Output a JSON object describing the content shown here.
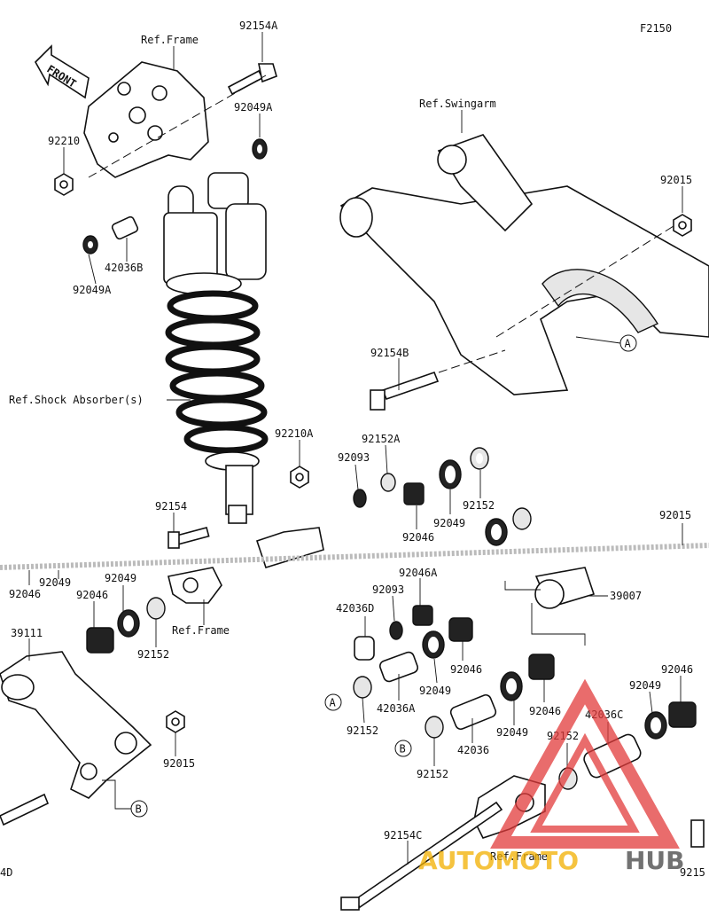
{
  "figure_code": "F2150",
  "front_marker": "FRONT",
  "labels": {
    "ref_frame_top": "Ref.Frame",
    "ref_swingarm": "Ref.Swingarm",
    "ref_shock": "Ref.Shock Absorber(s)",
    "ref_frame_mid": "Ref.Frame",
    "ref_frame_bottom": "Ref.Frame"
  },
  "parts": {
    "p92154A": "92154A",
    "p92049A_top": "92049A",
    "p92210": "92210",
    "p42036B": "42036B",
    "p92049A_left": "92049A",
    "p92015_top": "92015",
    "p92154B": "92154B",
    "p92210A": "92210A",
    "p92152A": "92152A",
    "p92093_top": "92093",
    "p92154": "92154",
    "p92152_top": "92152",
    "p92049_top": "92049",
    "p92046_top": "92046",
    "p92015_right": "92015",
    "p92046_left": "92046",
    "p92049_left": "92049",
    "p92049_b": "92049",
    "p92046_c": "92046",
    "p92152_left": "92152",
    "p39111": "39111",
    "p92015_bottom": "92015",
    "p92046A": "92046A",
    "p92093_mid": "92093",
    "p39007": "39007",
    "p42036D": "42036D",
    "p92046_mid": "92046",
    "p92049_mid": "92049",
    "p42036A": "42036A",
    "p92152_mid": "92152",
    "p92049_r": "92049",
    "p92046_r": "92046",
    "p42036C": "42036C",
    "p92152_r": "92152",
    "p92049_far": "92049",
    "p92046_far": "92046",
    "p42036": "42036",
    "p92152_low": "92152",
    "p92154C": "92154C",
    "p_partial_left": "4D",
    "p_partial_right": "9215"
  },
  "callouts": {
    "a": "A",
    "b": "B"
  },
  "watermark": {
    "part1": "AUTOMOTO",
    "part2": "HUB",
    "color_main": "#f2b000",
    "color_dark": "#444444",
    "color_triangle": "#e23b3b"
  }
}
